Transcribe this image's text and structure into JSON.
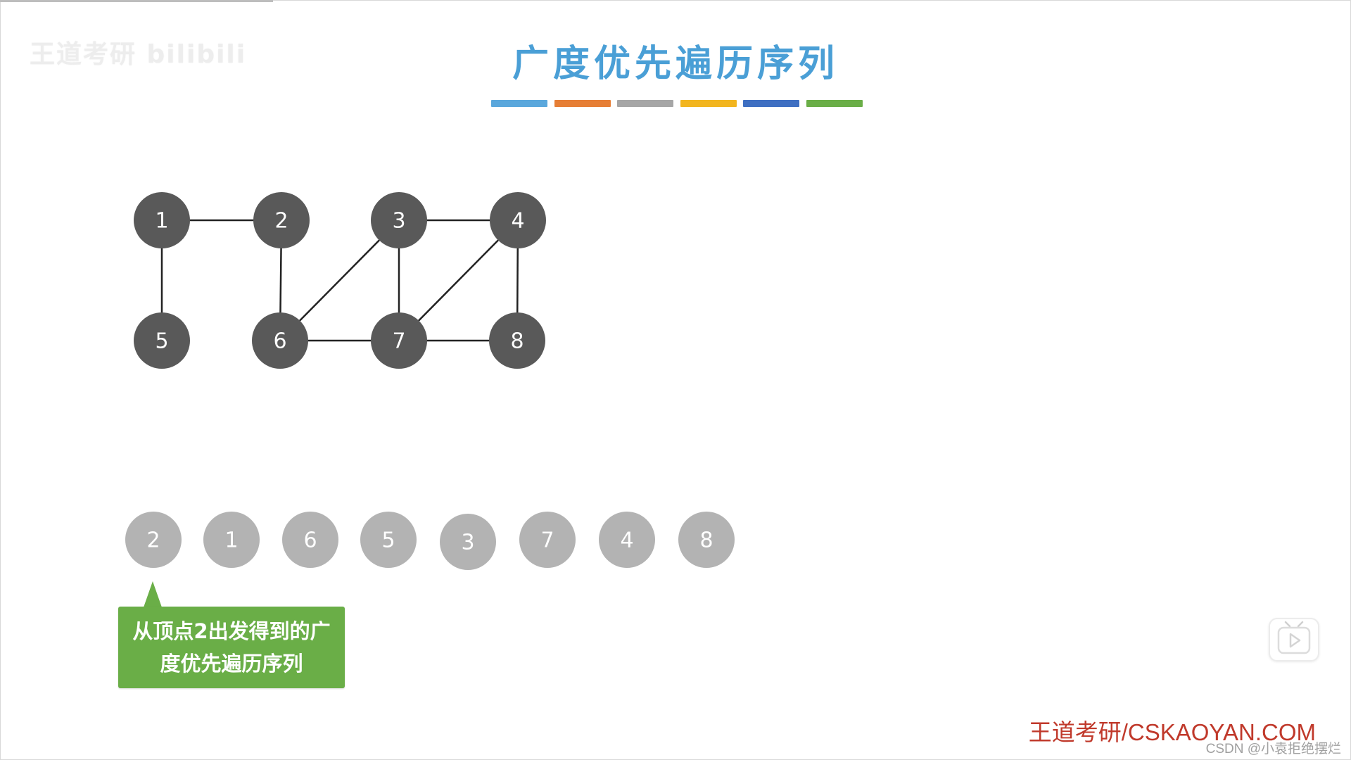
{
  "slide": {
    "title": "广度优先遍历序列",
    "watermark": "王道考研 bilibili",
    "brand": "王道考研/CSKAOYAN.COM",
    "credit": "CSDN @小袁拒绝摆烂",
    "color_bars": [
      "#5aa7dc",
      "#e67e35",
      "#a6a6a6",
      "#f2b51f",
      "#3e6fc2",
      "#6aae47"
    ]
  },
  "graph": {
    "node_color": "#595959",
    "edge_color": "#222222",
    "nodes": [
      {
        "id": "1",
        "label": "1"
      },
      {
        "id": "2",
        "label": "2"
      },
      {
        "id": "3",
        "label": "3"
      },
      {
        "id": "4",
        "label": "4"
      },
      {
        "id": "5",
        "label": "5"
      },
      {
        "id": "6",
        "label": "6"
      },
      {
        "id": "7",
        "label": "7"
      },
      {
        "id": "8",
        "label": "8"
      }
    ],
    "edges": [
      [
        "1",
        "2"
      ],
      [
        "1",
        "5"
      ],
      [
        "2",
        "6"
      ],
      [
        "3",
        "4"
      ],
      [
        "3",
        "6"
      ],
      [
        "3",
        "7"
      ],
      [
        "4",
        "7"
      ],
      [
        "4",
        "8"
      ],
      [
        "6",
        "7"
      ],
      [
        "7",
        "8"
      ]
    ]
  },
  "sequence": {
    "node_color": "#b3b3b3",
    "items": [
      "2",
      "1",
      "6",
      "5",
      "3",
      "7",
      "4",
      "8"
    ]
  },
  "callout": {
    "line1": "从顶点2出发得到的广",
    "line2": "度优先遍历序列",
    "color": "#6aae47"
  },
  "video_button": {
    "icon": "play-icon"
  }
}
